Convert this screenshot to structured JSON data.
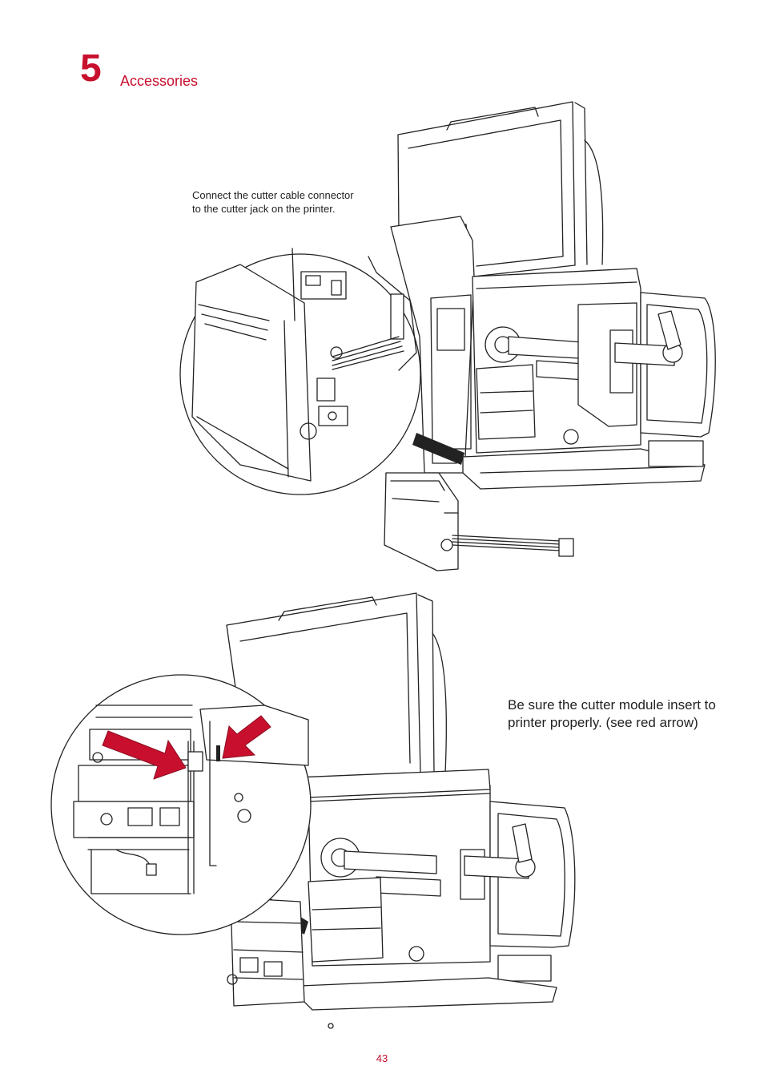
{
  "chapter": {
    "number": "5",
    "title": "Accessories"
  },
  "figure1": {
    "caption": "Connect the cutter cable connector to the cutter jack on the printer."
  },
  "figure2": {
    "caption": "Be sure the cutter module insert to printer properly. (see red arrow)"
  },
  "page_number": "43",
  "colors": {
    "accent": "#c8102e",
    "line": "#222222"
  },
  "icons": [
    "red-arrow-icon",
    "red-arrow-icon"
  ]
}
